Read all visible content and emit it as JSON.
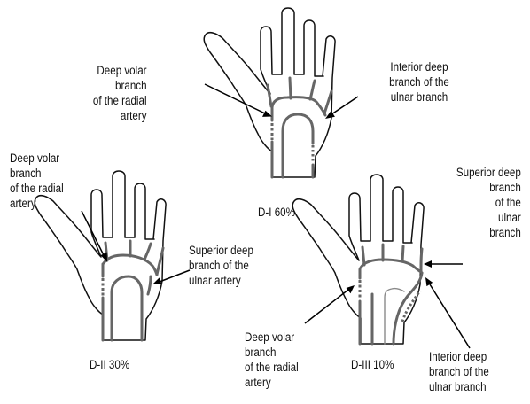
{
  "figure": {
    "panels": [
      {
        "id": "d1",
        "caption": "D-I 60%",
        "labels": [
          {
            "lines": [
              "Deep volar",
              "branch",
              "of the radial",
              "artery"
            ]
          },
          {
            "lines": [
              "Interior deep",
              "branch of the",
              "ulnar branch"
            ]
          }
        ]
      },
      {
        "id": "d2",
        "caption": "D-II 30%",
        "labels": [
          {
            "lines": [
              "Deep volar",
              "branch",
              "of the radial",
              "artery"
            ]
          },
          {
            "lines": [
              "Superior deep",
              "branch of the",
              "ulnar artery"
            ]
          }
        ]
      },
      {
        "id": "d3",
        "caption": "D-III 10%",
        "labels": [
          {
            "lines": [
              "Superior deep",
              "branch",
              "of the",
              "ulnar",
              "branch"
            ]
          },
          {
            "lines": [
              "Deep volar",
              "branch",
              "of the radial",
              "artery"
            ]
          },
          {
            "lines": [
              "Interior deep",
              "branch of the",
              "ulnar branch"
            ]
          }
        ]
      }
    ]
  },
  "colors": {
    "outline": "#111111",
    "vessel": "#666666",
    "vessel_light": "#8a8a8a",
    "arrow": "#000000"
  }
}
